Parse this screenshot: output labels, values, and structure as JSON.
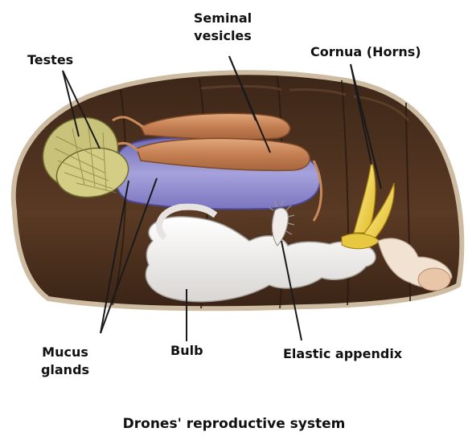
{
  "labels": {
    "testes": "Testes",
    "seminal_vesicles_line1": "Seminal",
    "seminal_vesicles_line2": "vesicles",
    "cornua": "Cornua (Horns)",
    "mucus_glands_line1": "Mucus",
    "mucus_glands_line2": "glands",
    "bulb": "Bulb",
    "elastic_appendix": "Elastic appendix"
  },
  "caption": "Drones' reproductive system",
  "colors": {
    "abdomen_wall": "#4a3020",
    "abdomen_edge": "#c9b8a0",
    "testes": "#c8c27a",
    "seminal_vesicles": "#c98a5a",
    "mucus_glands": "#8a86c8",
    "bulb": "#f2f0ee",
    "cornua": "#f0d64a",
    "leader_lines": "#1a1a1a"
  }
}
